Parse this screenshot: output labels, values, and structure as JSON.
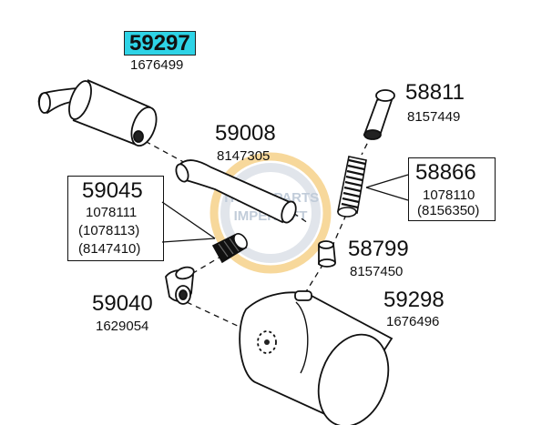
{
  "watermark": {
    "line1": "TRUCK PARTS",
    "line2": "IMPER KFT"
  },
  "parts": {
    "p59297": {
      "number": "59297",
      "ref": "1676499",
      "highlight_color": "#2ed3e6"
    },
    "p58811": {
      "number": "58811",
      "ref": "8157449"
    },
    "p59008": {
      "number": "59008",
      "ref": "8147305"
    },
    "p58866": {
      "number": "58866",
      "refs": [
        "1078110",
        "(8156350)"
      ]
    },
    "p59045": {
      "number": "59045",
      "refs": [
        "1078111",
        "(1078113)",
        "(8147410)"
      ]
    },
    "p58799": {
      "number": "58799",
      "ref": "8157450"
    },
    "p59040": {
      "number": "59040",
      "ref": "1629054"
    },
    "p59298": {
      "number": "59298",
      "ref": "1676496"
    }
  }
}
